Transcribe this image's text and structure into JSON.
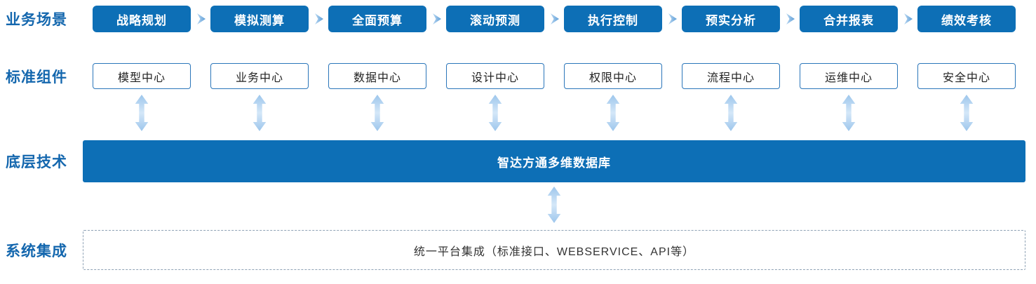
{
  "palette": {
    "primary_blue": "#0d6fb6",
    "label_blue": "#1467ae",
    "box_border_blue": "#2b76ba",
    "arrow_light_blue": "#9dc6ec",
    "arrow_pale_blue": "#d4e7f8",
    "dashed_border_gray": "#8fa2b5",
    "text_dark": "#333333"
  },
  "icons": {
    "arrow_right": "chevron-right-arrow",
    "double_arrow_vertical": "double-headed-vertical-arrow"
  },
  "business": {
    "label": "业务场景",
    "items": [
      "战略规划",
      "模拟测算",
      "全面预算",
      "滚动预测",
      "执行控制",
      "预实分析",
      "合并报表",
      "绩效考核"
    ]
  },
  "components": {
    "label": "标准组件",
    "items": [
      "模型中心",
      "业务中心",
      "数据中心",
      "设计中心",
      "权限中心",
      "流程中心",
      "运维中心",
      "安全中心"
    ]
  },
  "technology": {
    "label": "底层技术",
    "bar_text": "智达方通多维数据库"
  },
  "integration": {
    "label": "系统集成",
    "box_text": "统一平台集成（标准接口、WEBSERVICE、API等）"
  }
}
